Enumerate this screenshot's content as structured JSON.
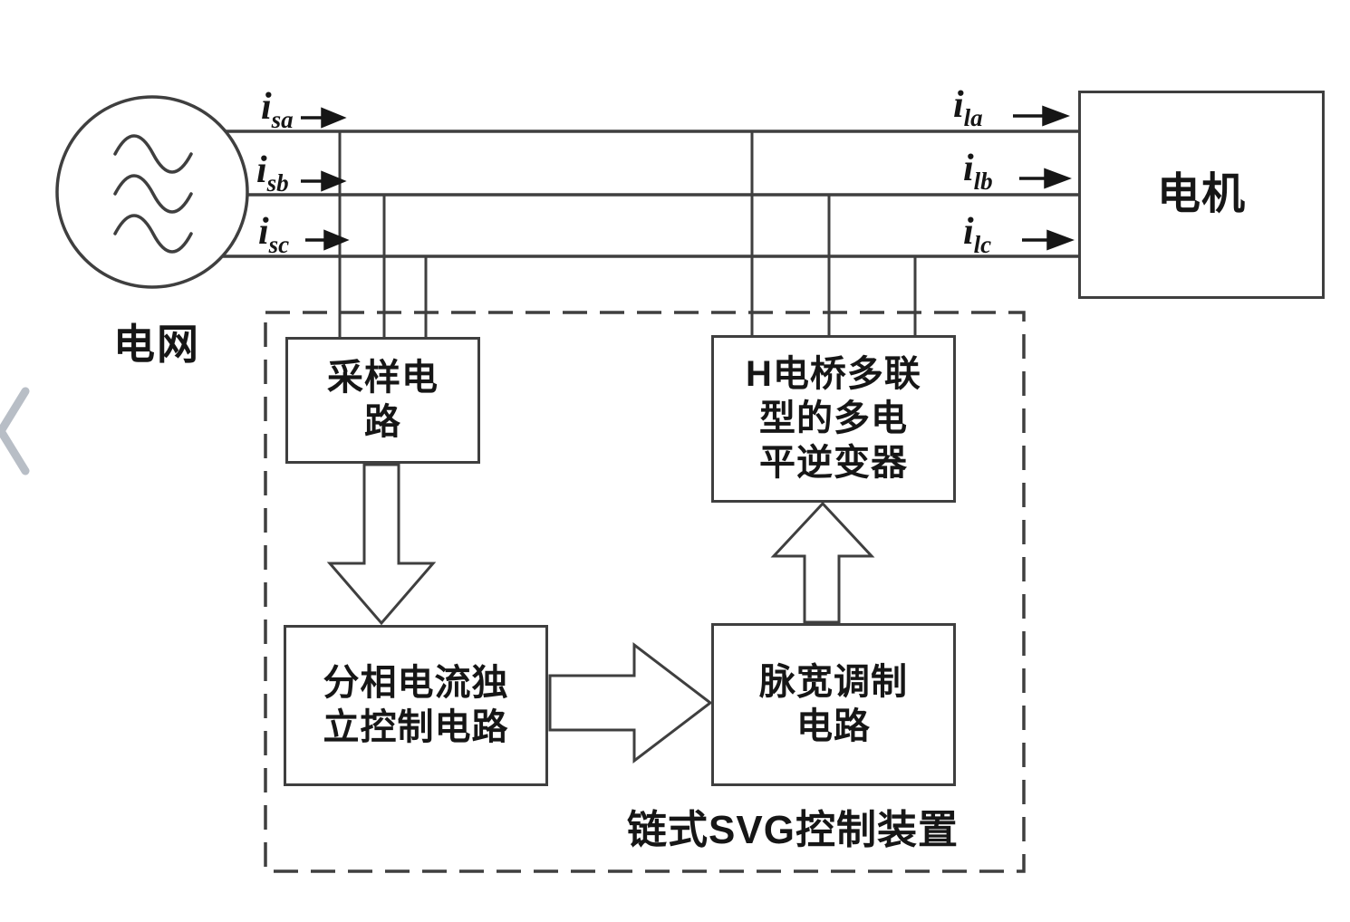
{
  "labels": {
    "grid": "电网",
    "motor": "电机",
    "dashed_box": "链式SVG控制装置"
  },
  "currents": {
    "left": [
      {
        "base": "i",
        "sub": "sa"
      },
      {
        "base": "i",
        "sub": "sb"
      },
      {
        "base": "i",
        "sub": "sc"
      }
    ],
    "right": [
      {
        "base": "i",
        "sub": "la"
      },
      {
        "base": "i",
        "sub": "lb"
      },
      {
        "base": "i",
        "sub": "lc"
      }
    ]
  },
  "boxes": {
    "sampling": {
      "lines": [
        "采样电",
        "路"
      ]
    },
    "inverter": {
      "lines": [
        "H电桥多联",
        "型的多电",
        "平逆变器"
      ]
    },
    "control": {
      "lines": [
        "分相电流独",
        "立控制电路"
      ]
    },
    "pwm": {
      "lines": [
        "脉宽调制",
        "电路"
      ]
    }
  },
  "colors": {
    "stroke": "#3f3f3f",
    "text": "#161616",
    "watermark": "#b8bec6",
    "background": "#ffffff"
  }
}
